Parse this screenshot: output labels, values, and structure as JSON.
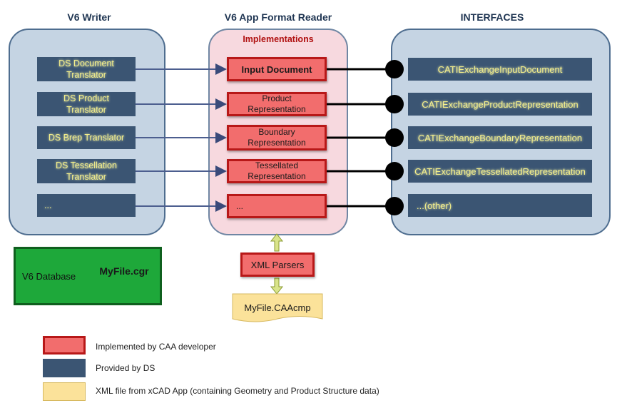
{
  "titles": {
    "writer": "V6 Writer",
    "reader": "V6 App Format Reader",
    "interfaces": "INTERFACES"
  },
  "implementations_label": "Implementations",
  "writer_items": [
    {
      "label": "DS Document Translator"
    },
    {
      "label": "DS Product Translator"
    },
    {
      "label": "DS Brep Translator"
    },
    {
      "label": "DS Tessellation Translator"
    },
    {
      "label": "..."
    }
  ],
  "reader_items": [
    {
      "label": "Input Document"
    },
    {
      "label": "Product Representation"
    },
    {
      "label": "Boundary Representation"
    },
    {
      "label": "Tessellated Representation"
    },
    {
      "label": "..."
    }
  ],
  "interface_items": [
    {
      "label": "CATIExchangeInputDocument"
    },
    {
      "label": "CATIExchangeProductRepresentation"
    },
    {
      "label": "CATIExchangeBoundaryRepresentation"
    },
    {
      "label": "CATIExchangeTessellatedRepresentation"
    },
    {
      "label": "...(other)"
    }
  ],
  "database": {
    "label": "V6 Database",
    "file": "MyFile.cgr"
  },
  "xml_parsers": "XML Parsers",
  "xml_file": "MyFile.CAAcmp",
  "legend": [
    {
      "label": "Implemented by CAA developer"
    },
    {
      "label": "Provided by DS"
    },
    {
      "label": "XML file from xCAD App (containing Geometry and Product Structure data)"
    }
  ],
  "colors": {
    "ds_box": "#3b5573",
    "impl_box": "#f26d6d",
    "xml_file": "#fbe29a",
    "database": "#1ea83a"
  }
}
